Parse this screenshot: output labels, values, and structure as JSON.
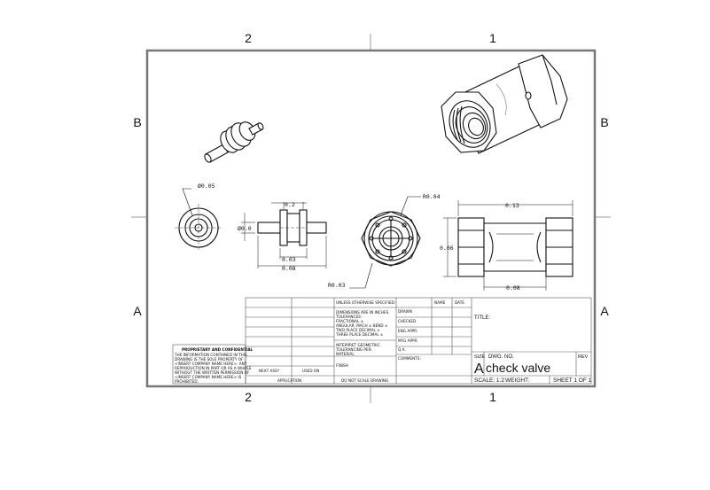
{
  "zones": {
    "col_left": "2",
    "col_right": "1",
    "row_top": "B",
    "row_bottom": "A"
  },
  "dimensions": {
    "dia_small": "Ø0.05",
    "dia_side": "Ø0.0",
    "width_top": "0.2",
    "width_bottom": "0.03",
    "width_total": "0.08",
    "radius_top": "R0.04",
    "radius_bottom": "R0.03",
    "body_length": "0.13",
    "body_height": "0.06",
    "body_inner": "0.08"
  },
  "title_block": {
    "unless_specified": "UNLESS OTHERWISE SPECIFIED:",
    "dims_in": "DIMENSIONS ARE IN INCHES",
    "tolerances": "TOLERANCES:",
    "fractional": "FRACTIONAL ±",
    "angular": "ANGULAR: MACH ±   BEND ±",
    "two_place": "TWO PLACE DECIMAL    ±",
    "three_place": "THREE PLACE DECIMAL  ±",
    "interpret": "INTERPRET GEOMETRIC",
    "tolerancing": "TOLERANCING PER:",
    "material": "MATERIAL",
    "finish": "FINISH",
    "do_not_scale": "DO NOT SCALE DRAWING",
    "next_assy": "NEXT ASSY",
    "used_on": "USED ON",
    "application": "APPLICATION",
    "name": "NAME",
    "date": "DATE",
    "drawn": "DRAWN",
    "checked": "CHECKED",
    "eng_appr": "ENG APPR.",
    "mfg_appr": "MFG APPR.",
    "qa": "Q.A.",
    "comments": "COMMENTS:",
    "title_label": "TITLE:",
    "size_label": "SIZE",
    "dwg_no_label": "DWG.  NO.",
    "size_value": "A",
    "drawing_name": "check valve",
    "rev_label": "REV",
    "scale": "SCALE: 1:2",
    "weight": "WEIGHT:",
    "sheet": "SHEET 1 OF 1",
    "proprietary_title": "PROPRIETARY AND CONFIDENTIAL",
    "proprietary_lines": [
      "THE INFORMATION CONTAINED IN THIS",
      "DRAWING IS THE SOLE PROPERTY OF",
      "<INSERT COMPANY NAME HERE>. ANY",
      "REPRODUCTION IN PART OR AS A WHOLE",
      "WITHOUT THE WRITTEN PERMISSION OF",
      "<INSERT COMPANY NAME HERE> IS",
      "PROHIBITED."
    ]
  }
}
